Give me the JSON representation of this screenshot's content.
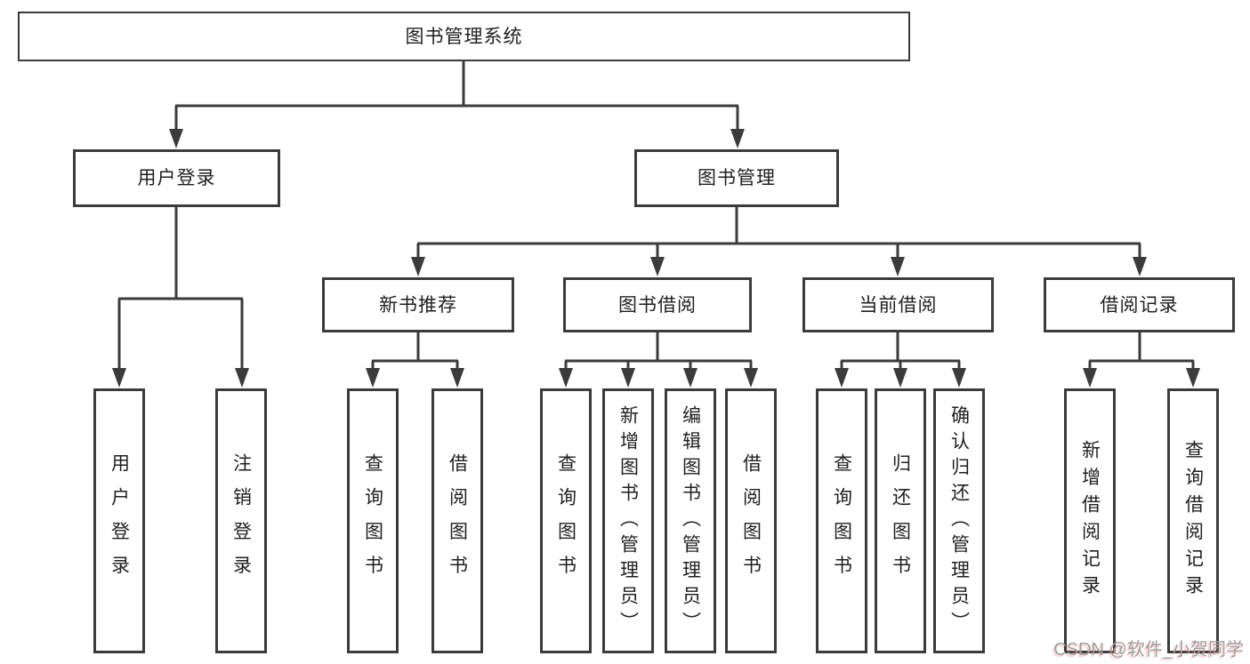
{
  "colors": {
    "line": "#3b3b3b",
    "text": "#1f1f1f",
    "watermark": "#9e9e9e",
    "background": "#ffffff"
  },
  "tree": {
    "label": "图书管理系统",
    "children": [
      {
        "label": "用户登录",
        "children": [
          {
            "label": "用户登录"
          },
          {
            "label": "注销登录"
          }
        ]
      },
      {
        "label": "图书管理",
        "children": [
          {
            "label": "新书推荐",
            "children": [
              {
                "label": "查询图书"
              },
              {
                "label": "借阅图书"
              }
            ]
          },
          {
            "label": "图书借阅",
            "children": [
              {
                "label": "查询图书"
              },
              {
                "label": "新增图书（管理员）"
              },
              {
                "label": "编辑图书（管理员）"
              },
              {
                "label": "借阅图书"
              }
            ]
          },
          {
            "label": "当前借阅",
            "children": [
              {
                "label": "查询图书"
              },
              {
                "label": "归还图书"
              },
              {
                "label": "确认归还（管理员）"
              }
            ]
          },
          {
            "label": "借阅记录",
            "children": [
              {
                "label": "新增借阅记录"
              },
              {
                "label": "查询借阅记录"
              }
            ]
          }
        ]
      }
    ]
  },
  "watermark": {
    "text": "CSDN @软件_小贺同学"
  }
}
